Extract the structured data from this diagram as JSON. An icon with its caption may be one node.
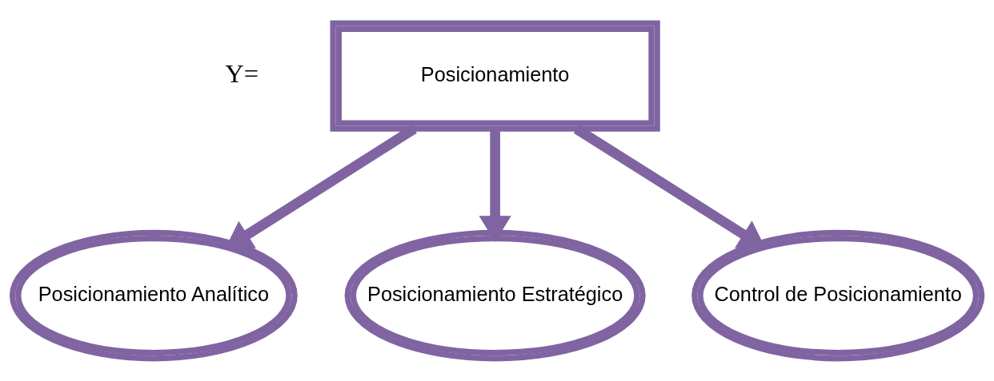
{
  "diagram": {
    "nodes": [
      {
        "text": [
          "Posicionamiento"
        ],
        "beside": [
          "Y="
        ]
      },
      {
        "text": [
          "Posicionamiento Analítico"
        ]
      },
      {
        "text": [
          "Posicionamiento Estratégico"
        ]
      },
      {
        "text": [
          "Control de Posicionamiento"
        ]
      }
    ],
    "edges": [
      {
        "from": 0,
        "to": 1,
        "arrow": "to"
      },
      {
        "from": 0,
        "to": 2,
        "arrow": "to"
      },
      {
        "from": 0,
        "to": 3,
        "arrow": "to"
      }
    ]
  }
}
